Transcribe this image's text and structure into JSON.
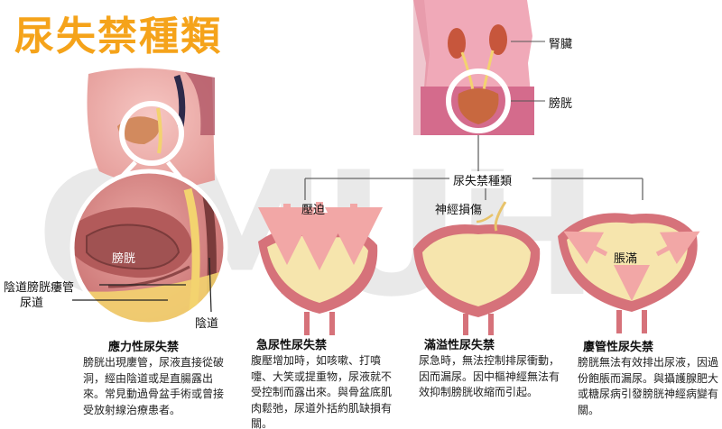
{
  "title": "尿失禁種類",
  "watermark": "CMUH",
  "organs": {
    "kidney": "腎臟",
    "bladder": "膀胱"
  },
  "tree_root": "尿失禁種類",
  "stress": {
    "zoom_bladder": "膀胱",
    "label_fistula": "陰道膀胱瘻管",
    "label_urethra": "尿道",
    "label_vagina": "陰道",
    "heading": "應力性尿失禁",
    "description": "膀胱出現廔管，尿液直接從破洞，經由陰道或是直腸露出來。常見動過骨盆手術或曾接受放射線治療患者。"
  },
  "urge": {
    "tag": "壓迫",
    "heading": "急尿性尿失禁",
    "description": "腹壓增加時，如咳嗽、打噴嚏、大笑或提重物，尿液就不受控制而露出來。與骨盆底肌肉鬆弛，尿道外括約肌缺損有關。"
  },
  "overflow": {
    "tag": "神經損傷",
    "heading": "滿溢性尿失禁",
    "description": "尿急時，無法控制排尿衝動，因而漏尿。因中樞神經無法有效抑制膀胱收縮而引起。"
  },
  "fistula": {
    "tag": "脹滿",
    "heading": "廔管性尿失禁",
    "description": "膀胱無法有效排出尿液，因過份飽脹而漏尿。與攝護腺肥大或糖尿病引發膀胱神經病變有關。"
  },
  "colors": {
    "title": "#f5a31a",
    "bladder_wall": "#d6727a",
    "bladder_fill": "#f6e5ad",
    "arrow": "#f2a7a6"
  }
}
